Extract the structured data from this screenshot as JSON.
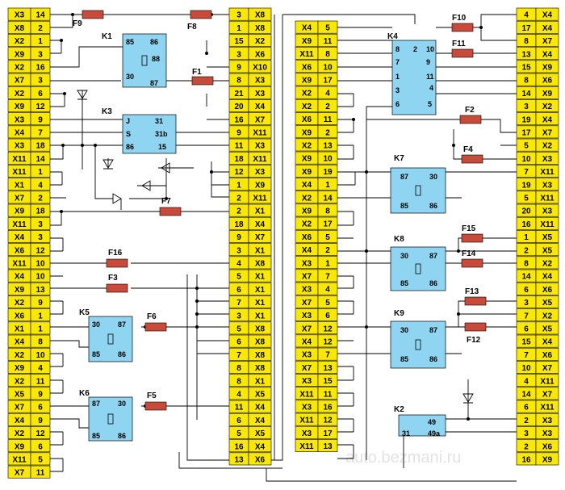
{
  "watermark": "auto.bezmani.ru",
  "connectors": {
    "col1": [
      [
        "X3",
        "14"
      ],
      [
        "X8",
        "2"
      ],
      [
        "X2",
        "1"
      ],
      [
        "X9",
        "3"
      ],
      [
        "X2",
        "16"
      ],
      [
        "X7",
        "3"
      ],
      [
        "X2",
        "6"
      ],
      [
        "X9",
        "12"
      ],
      [
        "X3",
        "9"
      ],
      [
        "X4",
        "7"
      ],
      [
        "X3",
        "18"
      ],
      [
        "X11",
        "14"
      ],
      [
        "X11",
        "1"
      ],
      [
        "X1",
        "4"
      ],
      [
        "X7",
        "2"
      ],
      [
        "X9",
        "18"
      ],
      [
        "X11",
        "3"
      ],
      [
        "X4",
        "3"
      ],
      [
        "X6",
        "12"
      ],
      [
        "X11",
        "10"
      ],
      [
        "X4",
        "10"
      ],
      [
        "X9",
        "13"
      ],
      [
        "X2",
        "9"
      ],
      [
        "X6",
        "1"
      ],
      [
        "X1",
        "1"
      ],
      [
        "X4",
        "8"
      ],
      [
        "X2",
        "10"
      ],
      [
        "X9",
        "4"
      ],
      [
        "X2",
        "11"
      ],
      [
        "X5",
        "9"
      ],
      [
        "X7",
        "6"
      ],
      [
        "X4",
        "9"
      ],
      [
        "X2",
        "12"
      ],
      [
        "X9",
        "6"
      ],
      [
        "X11",
        "5"
      ],
      [
        "X7",
        "11"
      ]
    ],
    "col2": [
      [
        "3",
        "X8"
      ],
      [
        "1",
        "X8"
      ],
      [
        "15",
        "X2"
      ],
      [
        "3",
        "X6"
      ],
      [
        "9",
        "X10"
      ],
      [
        "8",
        "X3"
      ],
      [
        "21",
        "X3"
      ],
      [
        "20",
        "X4"
      ],
      [
        "16",
        "X7"
      ],
      [
        "9",
        "X11"
      ],
      [
        "11",
        "X3"
      ],
      [
        "18",
        "X11"
      ],
      [
        "12",
        "X3"
      ],
      [
        "1",
        "X9"
      ],
      [
        "2",
        "X11"
      ],
      [
        "2",
        "X1"
      ],
      [
        "18",
        "X4"
      ],
      [
        "9",
        "X7"
      ],
      [
        "3",
        "X1"
      ],
      [
        "4",
        "X8"
      ],
      [
        "5",
        "X1"
      ],
      [
        "6",
        "X1"
      ],
      [
        "7",
        "X1"
      ],
      [
        "3",
        "X1"
      ],
      [
        "5",
        "X8"
      ],
      [
        "6",
        "X8"
      ],
      [
        "7",
        "X8"
      ],
      [
        "8",
        "X8"
      ],
      [
        "8",
        "X1"
      ],
      [
        "4",
        "X5"
      ],
      [
        "11",
        "X4"
      ],
      [
        "6",
        "X4"
      ],
      [
        "5",
        "X5"
      ],
      [
        "16",
        "X4"
      ],
      [
        "13",
        "X6"
      ]
    ],
    "col3": [
      [
        "X4",
        "5"
      ],
      [
        "X9",
        "11"
      ],
      [
        "X11",
        "8"
      ],
      [
        "X6",
        "10"
      ],
      [
        "X9",
        "17"
      ],
      [
        "X2",
        "4"
      ],
      [
        "X2",
        "2"
      ],
      [
        "X6",
        "11"
      ],
      [
        "X9",
        "2"
      ],
      [
        "X2",
        "13"
      ],
      [
        "X9",
        "10"
      ],
      [
        "X9",
        "19"
      ],
      [
        "X4",
        "1"
      ],
      [
        "X2",
        "14"
      ],
      [
        "X9",
        "8"
      ],
      [
        "X2",
        "17"
      ],
      [
        "X6",
        "5"
      ],
      [
        "X4",
        "2"
      ],
      [
        "X3",
        "1"
      ],
      [
        "X7",
        "7"
      ],
      [
        "X3",
        "4"
      ],
      [
        "X7",
        "5"
      ],
      [
        "X3",
        "6"
      ],
      [
        "X7",
        "12"
      ],
      [
        "X4",
        "12"
      ],
      [
        "X3",
        "7"
      ],
      [
        "X7",
        "13"
      ],
      [
        "X3",
        "15"
      ],
      [
        "X11",
        "11"
      ],
      [
        "X3",
        "16"
      ],
      [
        "X11",
        "12"
      ],
      [
        "X3",
        "17"
      ],
      [
        "X11",
        "13"
      ]
    ],
    "col4": [
      [
        "4",
        "X4"
      ],
      [
        "17",
        "X4"
      ],
      [
        "8",
        "X7"
      ],
      [
        "13",
        "X4"
      ],
      [
        "15",
        "X9"
      ],
      [
        "8",
        "X6"
      ],
      [
        "14",
        "X9"
      ],
      [
        "3",
        "X2"
      ],
      [
        "19",
        "X4"
      ],
      [
        "17",
        "X7"
      ],
      [
        "5",
        "X2"
      ],
      [
        "10",
        "X3"
      ],
      [
        "7",
        "X11"
      ],
      [
        "19",
        "X3"
      ],
      [
        "5",
        "X11"
      ],
      [
        "20",
        "X3"
      ],
      [
        "16",
        "X11"
      ],
      [
        "1",
        "X5"
      ],
      [
        "2",
        "X5"
      ],
      [
        "8",
        "X2"
      ],
      [
        "14",
        "X4"
      ],
      [
        "6",
        "X6"
      ],
      [
        "3",
        "X5"
      ],
      [
        "7",
        "X2"
      ],
      [
        "6",
        "X5"
      ],
      [
        "15",
        "X4"
      ],
      [
        "7",
        "X6"
      ],
      [
        "10",
        "X7"
      ],
      [
        "4",
        "X11"
      ],
      [
        "14",
        "X7"
      ],
      [
        "6",
        "X11"
      ],
      [
        "2",
        "X3"
      ],
      [
        "3",
        "X3"
      ],
      [
        "2",
        "X6"
      ],
      [
        "16",
        "X9"
      ]
    ]
  },
  "fuses": [
    {
      "id": "F9",
      "label": "F9"
    },
    {
      "id": "F8",
      "label": "F8"
    },
    {
      "id": "F1",
      "label": "F1"
    },
    {
      "id": "F7",
      "label": "F7"
    },
    {
      "id": "F16",
      "label": "F16"
    },
    {
      "id": "F3",
      "label": "F3"
    },
    {
      "id": "F6",
      "label": "F6"
    },
    {
      "id": "F5",
      "label": "F5"
    },
    {
      "id": "F10",
      "label": "F10"
    },
    {
      "id": "F11",
      "label": "F11"
    },
    {
      "id": "F2",
      "label": "F2"
    },
    {
      "id": "F4",
      "label": "F4"
    },
    {
      "id": "F15",
      "label": "F15"
    },
    {
      "id": "F14",
      "label": "F14"
    },
    {
      "id": "F13",
      "label": "F13"
    },
    {
      "id": "F12",
      "label": "F12"
    }
  ],
  "relays": {
    "K1": {
      "name": "K1",
      "pins": [
        "85",
        "86",
        "88",
        "30",
        "87"
      ]
    },
    "K3": {
      "name": "K3",
      "pins": [
        "J",
        "31",
        "S",
        "31b",
        "86",
        "15"
      ]
    },
    "K4": {
      "name": "K4",
      "pins": [
        "8",
        "2",
        "10",
        "7",
        "9",
        "1",
        "11",
        "3",
        "4",
        "6",
        "5"
      ]
    },
    "K5": {
      "name": "K5",
      "pins": [
        "30",
        "87",
        "85",
        "86"
      ]
    },
    "K6": {
      "name": "K6",
      "pins": [
        "87",
        "30",
        "85",
        "86"
      ]
    },
    "K7": {
      "name": "K7",
      "pins": [
        "87",
        "30",
        "85",
        "86"
      ]
    },
    "K8": {
      "name": "K8",
      "pins": [
        "30",
        "87",
        "85",
        "86"
      ]
    },
    "K9": {
      "name": "K9",
      "pins": [
        "30",
        "87",
        "85",
        "86"
      ]
    },
    "K2": {
      "name": "K2",
      "pins": [
        "49",
        "31",
        "49a"
      ]
    }
  },
  "colors": {
    "connector": "#fbe800",
    "relay": "#8fd4f0",
    "fuse": "#c84a3a"
  }
}
